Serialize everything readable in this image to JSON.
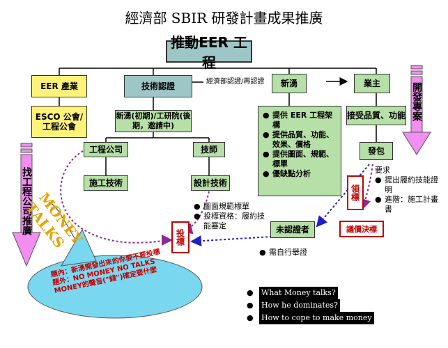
{
  "title": "經濟部 SBIR 研發計畫成果推廣",
  "main_box": "推動EER 工程",
  "eer_industry": "EER 產業",
  "esco": "ESCO 公會/工程公會",
  "tech_cert": "技術認證",
  "cert_note": "經濟部認證/再認證",
  "xinyong_top": "新湧",
  "owner": "業主",
  "xinyong_gov": "新湧(初期)/工研院(後期，邀請中)",
  "eng_company": "工程公司",
  "technician": "技師",
  "construction_tech": "施工技術",
  "design_tech": "設計技術",
  "xinyong_bullets": [
    "提供 EER 工程架構",
    "提供品質、功能、效果、價格",
    "提供圖面、規範、標單",
    "優缺點分析"
  ],
  "accept": "接受品質、功能",
  "contract": "發包",
  "owner_req_label": "要求",
  "owner_req": [
    "提出履約技能證明",
    "進階：施工計畫書"
  ],
  "bid_items": [
    "圖面規範標單",
    "投標資格：履約技能審定"
  ],
  "bid": "投標",
  "get_bid": "領標",
  "uncert": "未認證者",
  "self_cert": "需自行舉證",
  "negotiate": "議價決標",
  "left_arrow": "找工程公司推廣",
  "right_arrow": "開發專案",
  "money_talks": "MONEY TALKS",
  "bubble_text": [
    "題內：新湧開發出來的你要不要投標",
    "題外：NO MONEY NO TALKS",
    "MONEY的聲音(\"錢\")確定要什麼"
  ],
  "questions": [
    "What Money talks?",
    "How he dominates?",
    "How to cope to make money"
  ]
}
